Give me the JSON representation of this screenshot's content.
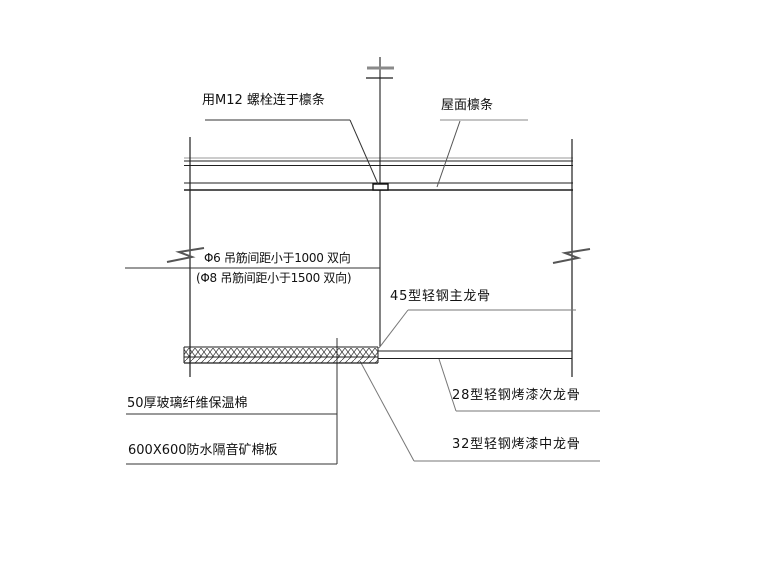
{
  "drawing": {
    "type": "construction-detail-ceiling-suspension",
    "background": "#ffffff",
    "line_color": "#1f1f1f",
    "leader_color": "#777777",
    "labels": {
      "bolt_note": "用M12 螺栓连于檩条",
      "roof_purlin": "屋面檩条",
      "hanger_primary": "Φ6 吊筋间距小于1000 双向",
      "hanger_alt": "(Φ8 吊筋间距小于1500 双向)",
      "main_keel": "45型轻钢主龙骨",
      "secondary_keel": "28型轻钢烤漆次龙骨",
      "middle_keel": "32型轻钢烤漆中龙骨",
      "insulation": "50厚玻璃纤维保温棉",
      "ceiling_board": "600X600防水隔音矿棉板"
    }
  }
}
